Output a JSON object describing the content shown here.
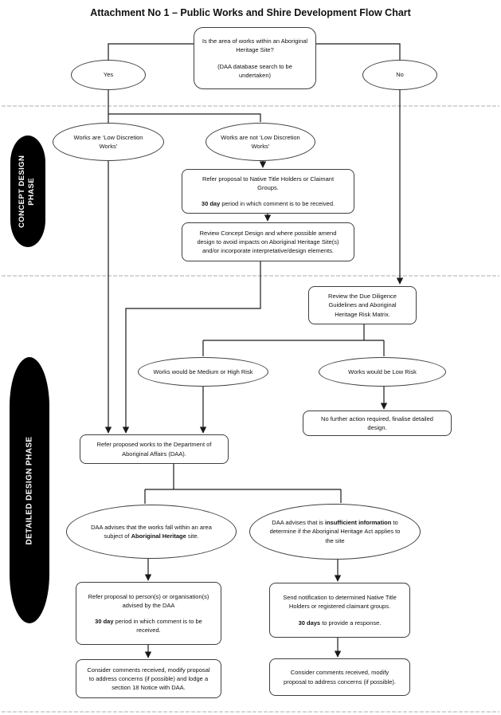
{
  "page": {
    "title": "Attachment No 1 – Public Works and Shire Development Flow Chart"
  },
  "phases": {
    "concept": {
      "line1": "CONCEPT DESIGN",
      "line2": "PHASE"
    },
    "detailed": {
      "label": "DETAILED DESIGN PHASE"
    }
  },
  "nodes": {
    "decision": {
      "question": "Is the area of works within an Aboriginal Heritage Site?",
      "note": "(DAA database search to be undertaken)"
    },
    "yes": {
      "label": "Yes"
    },
    "no": {
      "label": "No"
    },
    "works_low": {
      "label": "Works are ‘Low Discretion Works’"
    },
    "works_not_low": {
      "label": "Works are not ‘Low Discretion Works’"
    },
    "refer_native_title": {
      "line1": "Refer proposal to Native Title Holders or Claimant Groups.",
      "bold": "30 day",
      "line2_rest": " period in which comment is to be received."
    },
    "review_concept": {
      "text": "Review Concept Design and where possible amend design to avoid impacts on Aboriginal Heritage Site(s) and/or incorporate interpretative/design elements."
    },
    "due_diligence": {
      "text": "Review the Due Diligence Guidelines and Aboriginal Heritage Risk Matrix."
    },
    "medium_high_risk": {
      "label": "Works would be Medium or High Risk"
    },
    "low_risk": {
      "label": "Works would be Low Risk"
    },
    "no_further_action": {
      "text": "No further action required, finalise detailed design."
    },
    "refer_daa": {
      "text": "Refer proposed works to the Department of Aboriginal Affairs (DAA)."
    },
    "daa_heritage": {
      "pre": "DAA advises that the works fall within an area subject of ",
      "bold": "Aboriginal Heritage",
      "post": " site."
    },
    "daa_insufficient": {
      "pre": "DAA advises that is ",
      "bold": "insufficient information",
      "post": " to determine if the Aboriginal Heritage Act applies to the site"
    },
    "refer_person": {
      "line1": "Refer proposal to person(s) or organisation(s) advised by the DAA",
      "bold": "30 day",
      "line2_rest": " period in which comment is to be received."
    },
    "send_notification": {
      "line1": "Send notification to determined Native Title Holders or registered claimant groups.",
      "bold": "30 days",
      "line2_rest": " to provide a response."
    },
    "consider_lodge": {
      "text": "Consider comments received, modify proposal to address concerns (if possible) and lodge a section 18 Notice with DAA."
    },
    "consider_modify": {
      "text": "Consider comments received, modify proposal to address concerns (if possible)."
    }
  },
  "style": {
    "line_color": "#1a1a1a",
    "border_color": "#3f3f3f",
    "phase_fill": "#000000",
    "phase_text_color": "#ffffff",
    "separator_color": "#c8c8c8"
  }
}
